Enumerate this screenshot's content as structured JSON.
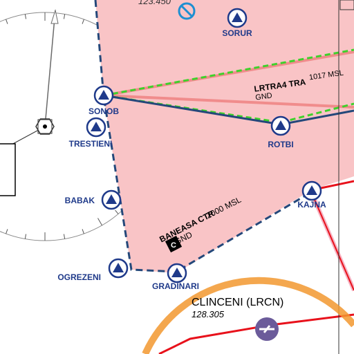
{
  "map": {
    "colors": {
      "ctr_fill": "#f9c4c6",
      "ctr_border": "#24487a",
      "tra_line": "#3ed12b",
      "restricted_red": "#e8111b",
      "restricted_pink": "#f3a0b4",
      "waypoint": "#1f3a8a",
      "aerodrome_orange": "#f2982f",
      "aerodrome_symbol": "#6b5b9a",
      "vor_blue": "#1e8fd1"
    },
    "airspaces": {
      "top_frequency": "123.450",
      "tra": {
        "name": "LRTRA4 TRA",
        "lower": "GND",
        "upper": "1017 MSL"
      },
      "ctr": {
        "name": "BANEASA CTR",
        "lower": "GND",
        "upper": "2000 MSL",
        "class": "C"
      }
    },
    "waypoints": [
      {
        "id": "sorur",
        "name": "SORUR"
      },
      {
        "id": "sonob",
        "name": "SONOB"
      },
      {
        "id": "trestieni",
        "name": "TRESTIENI"
      },
      {
        "id": "rotbi",
        "name": "ROTBI"
      },
      {
        "id": "kajna",
        "name": "KAJNA"
      },
      {
        "id": "babak",
        "name": "BABAK"
      },
      {
        "id": "ogrezeni",
        "name": "OGREZENI"
      },
      {
        "id": "gradinari",
        "name": "GRADINARI"
      }
    ],
    "aerodrome": {
      "name": "CLINCENI (LRCN)",
      "frequency": "128.305"
    },
    "vor_icon": "vor-compass-rose-icon",
    "aerodrome_icon": "airfield-icon"
  }
}
